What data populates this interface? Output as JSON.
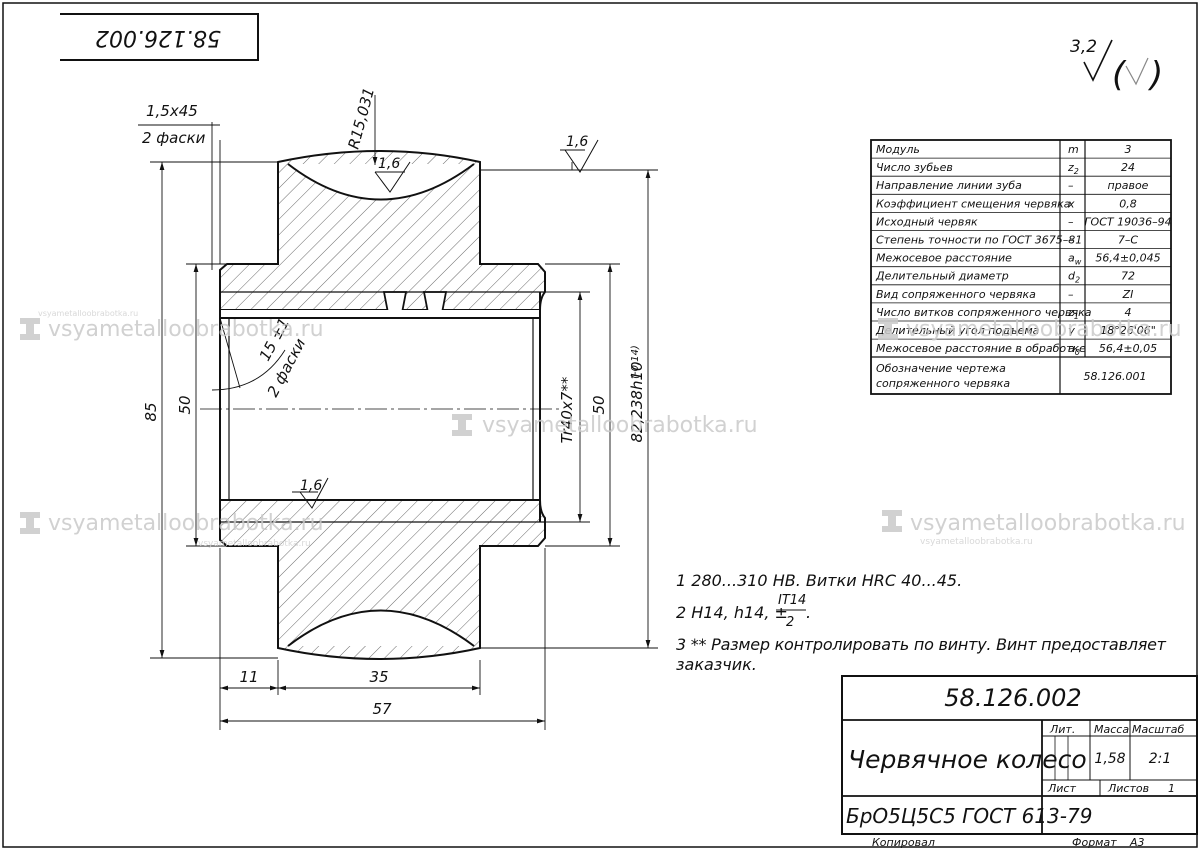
{
  "drawing_number": "58.126.002",
  "drawing_number_stamp": "58.126.002",
  "general_roughness": "3,2",
  "chamfer_top": {
    "size": "1,5х45",
    "note": "2 фаски"
  },
  "radius": "R15,031",
  "roughness_top": "1,6",
  "roughness_right": "1,6",
  "roughness_bore": "1,6",
  "chamfer_bore": {
    "size": "15 ±1",
    "note": "2 фаски"
  },
  "dims": {
    "d85": "85",
    "d50_left": "50",
    "thread": "Tr40x7**",
    "d50_right": "50",
    "d82": "82,238h10",
    "d82_tol": "(-0,14)",
    "w11": "11",
    "w35": "35",
    "w57": "57"
  },
  "params_table": [
    {
      "name": "Модуль",
      "sym": "m",
      "sub": "",
      "val": "3"
    },
    {
      "name": "Число зубьев",
      "sym": "z",
      "sub": "2",
      "val": "24"
    },
    {
      "name": "Направление линии зуба",
      "sym": "–",
      "sub": "",
      "val": "правое"
    },
    {
      "name": "Коэффициент смещения червяка",
      "sym": "x",
      "sub": "",
      "val": "0,8"
    },
    {
      "name": "Исходный червяк",
      "sym": "–",
      "sub": "",
      "val": "ГОСТ 19036–94"
    },
    {
      "name": "Степень точности по ГОСТ 3675–81",
      "sym": "–",
      "sub": "",
      "val": "7–С"
    },
    {
      "name": "Межосевое расстояние",
      "sym": "a",
      "sub": "w",
      "val": "56,4±0,045"
    },
    {
      "name": "Делительный диаметр",
      "sym": "d",
      "sub": "2",
      "val": "72"
    },
    {
      "name": "Вид сопряженного червяка",
      "sym": "–",
      "sub": "",
      "val": "ZI"
    },
    {
      "name": "Число витков сопряженного червяка",
      "sym": "z",
      "sub": "1",
      "val": "4"
    },
    {
      "name": "Делительный угол подъема",
      "sym": "γ",
      "sub": "",
      "val": "18°26'06\""
    },
    {
      "name": "Межосевое расстояние в обработке",
      "sym": "a",
      "sub": "0",
      "val": "56,4±0,05"
    }
  ],
  "params_last": {
    "name1": "Обозначение чертежа",
    "name2": "сопряженного червяка",
    "val": "58.126.001"
  },
  "notes": {
    "n1": "1 280...310 HB. Витки HRC 40...45.",
    "n2_prefix": "2 H14, h14, ±",
    "n2_num": "IT14",
    "n2_den": "2",
    "n2_suffix": ".",
    "n3_line1": "3 ** Размер контролировать по винту. Винт предоставляет",
    "n3_line2": "заказчик."
  },
  "title_block": {
    "number": "58.126.002",
    "name": "Червячное колесо",
    "material": "БрО5Ц5С5 ГОСТ 613-79",
    "lit_label": "Лит.",
    "mass_label": "Масса",
    "scale_label": "Масштаб",
    "mass": "1,58",
    "scale": "2:1",
    "sheet_label": "Лист",
    "sheets_label": "Листов",
    "sheets": "1",
    "copied": "Копировал",
    "format_label": "Формат",
    "format": "А3"
  },
  "watermark": {
    "main": "vsyametalloobrabotka.ru",
    "small": "vsyametalloobrabotka.ru"
  }
}
